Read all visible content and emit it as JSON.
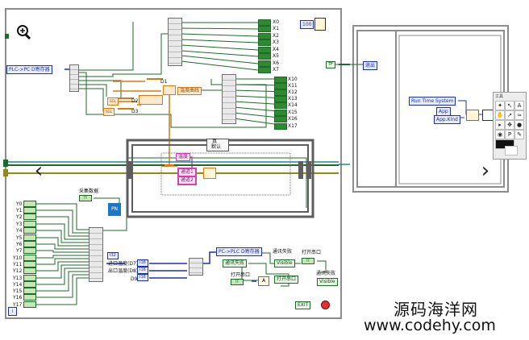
{
  "labels": {
    "x_outputs": [
      "X0",
      "X1",
      "X2",
      "X3",
      "X4",
      "X5",
      "X6",
      "X7"
    ],
    "x_outputs_2": [
      "X10",
      "X11",
      "X12",
      "X13",
      "X14",
      "X15",
      "X16",
      "X17"
    ],
    "y_inputs": [
      "Y0",
      "Y1",
      "Y2",
      "Y3",
      "Y4",
      "Y5",
      "Y6",
      "Y7",
      "Y10",
      "Y11",
      "Y12",
      "Y13",
      "Y14",
      "Y15",
      "Y16",
      "Y17"
    ],
    "plc_to_pc": "PLC->PC D寄存器",
    "pc_to_plc": "PC->PLC D寄存器",
    "d1": "D1",
    "d2": "D2",
    "d3": "D3",
    "d9": "D9",
    "temp_curve": "温度曲线",
    "true_case": "真",
    "default": "默认",
    "temperature": "温度",
    "channel1": "通道1",
    "channel2": "通道2",
    "collect_data": "采集数据",
    "inlet_temp": "进口温度(D7)",
    "outlet_temp": "出口温度(D8)",
    "comm_fail": "通讯失败",
    "comm_fail_2": "通讯失败",
    "comm_fail_3": "通讯失败",
    "open_port": "打开串口",
    "open_port_2": "打开串口",
    "open_port_3": "打开串口",
    "visible": "Visible",
    "visible_2": "Visible",
    "exit_bool": "EXIT",
    "exit_label": "退出",
    "sgl": "SGL",
    "sgl_2": "SGL",
    "timer_const": "100",
    "a_label": "A",
    "i32_badge": "I32",
    "i16_badge": "I16",
    "tf": "TF",
    "pn": "PN",
    "run_time_system": "Run Time System",
    "app_label": "App",
    "app_kind": "App.Kind",
    "palette_title": "工具",
    "loop_i": "i"
  },
  "watermark": {
    "chinese": "源码海洋网",
    "url": "www.codehy.com"
  },
  "nav": {
    "prev": "‹",
    "next": "›"
  },
  "colors": {
    "bool_wire": "#1e6a2a",
    "numeric_wire": "#d9790f",
    "string_wire": "#d63fb7",
    "cluster_wire": "#1b2fb8",
    "frame_gray": "#8c8c8c"
  }
}
